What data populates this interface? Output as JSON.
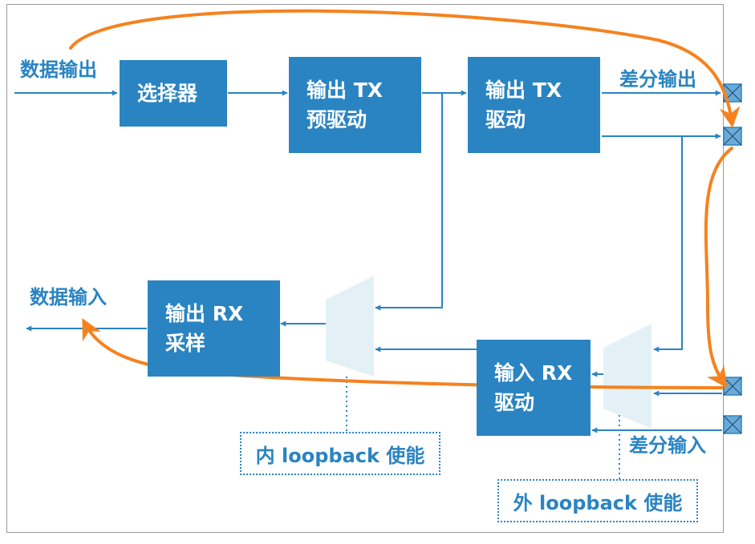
{
  "labels": {
    "data_out": "数据输出",
    "diff_out": "差分输出",
    "data_in": "数据输入",
    "diff_in": "差分输入"
  },
  "blocks": {
    "selector": "选择器",
    "tx_predriver": "输出 TX\n预驱动",
    "tx_driver": "输出 TX\n驱动",
    "rx_sampler": "输出 RX\n采样",
    "rx_driver": "输入 RX\n驱动"
  },
  "controls": {
    "inner_loopback": "内 loopback 使能",
    "outer_loopback": "外 loopback 使能"
  },
  "colors": {
    "block_blue": "#2a84c2",
    "line_blue": "#2a84c2",
    "loop_orange": "#f5821f",
    "mux_fill": "#e3f1f7",
    "pad_fill": "#6aaad6"
  },
  "icons": {
    "pad": "crossed-square-pad-icon"
  }
}
